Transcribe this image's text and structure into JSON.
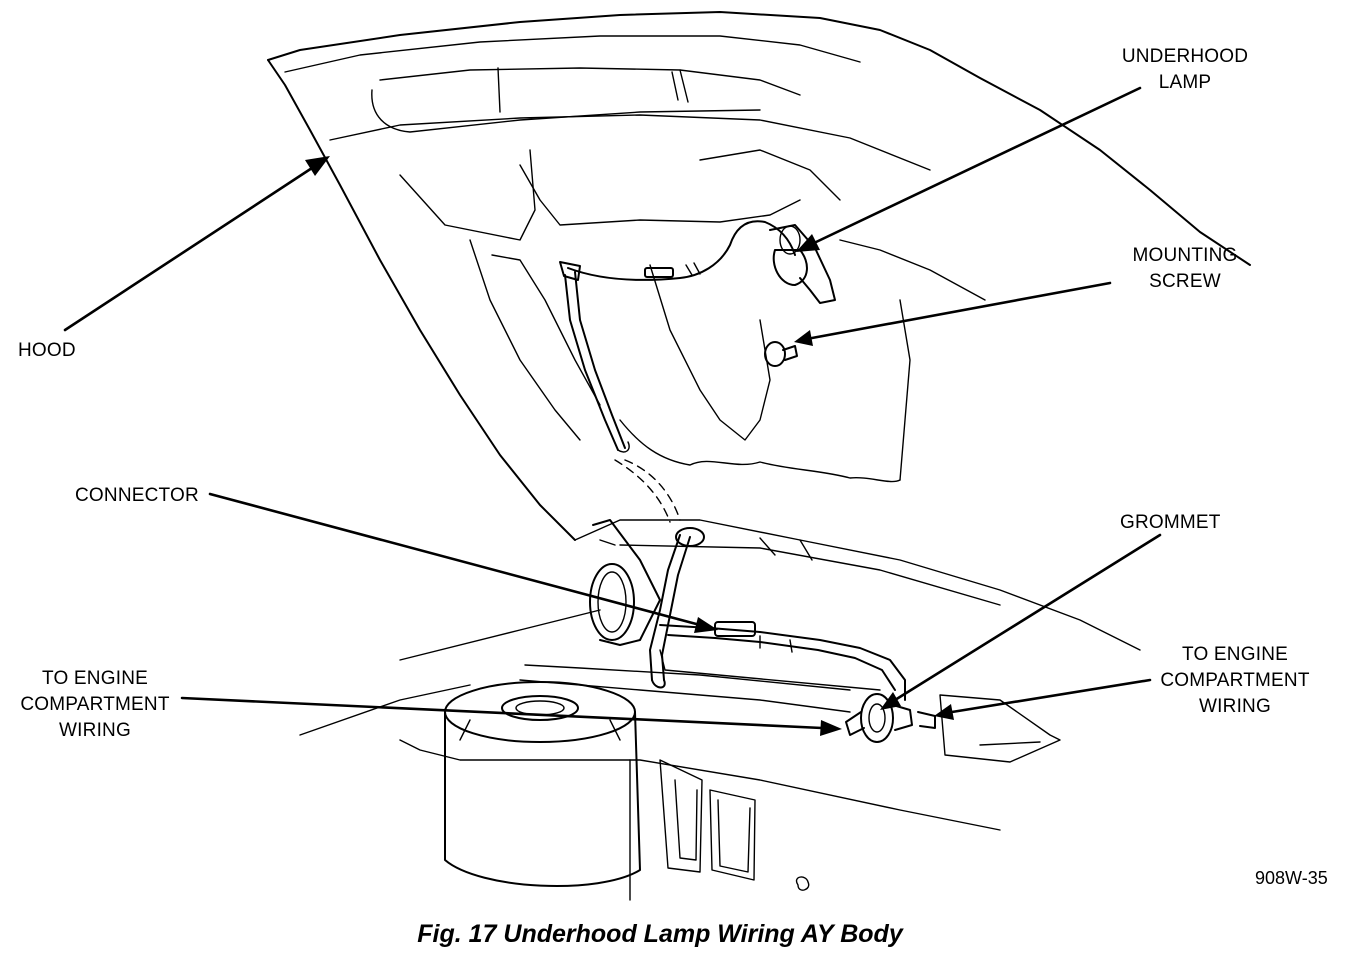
{
  "labels": {
    "underhood_lamp": [
      "UNDERHOOD",
      "LAMP"
    ],
    "mounting_screw": [
      "MOUNTING",
      "SCREW"
    ],
    "hood": "HOOD",
    "connector": "CONNECTOR",
    "grommet": "GROMMET",
    "to_engine_left": [
      "TO ENGINE",
      "COMPARTMENT",
      "WIRING"
    ],
    "to_engine_right": [
      "TO ENGINE",
      "COMPARTMENT",
      "WIRING"
    ]
  },
  "reference_code": "908W-35",
  "caption": "Fig. 17 Underhood Lamp Wiring AY Body"
}
